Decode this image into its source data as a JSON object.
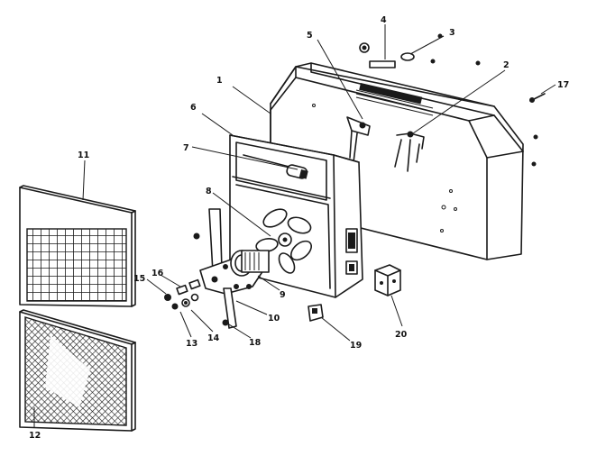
{
  "diagram": {
    "type": "exploded-parts-view",
    "callouts": [
      "1",
      "2",
      "3",
      "4",
      "5",
      "6",
      "7",
      "8",
      "9",
      "10",
      "11",
      "12",
      "13",
      "14",
      "15",
      "16",
      "17",
      "18",
      "19",
      "20"
    ]
  }
}
